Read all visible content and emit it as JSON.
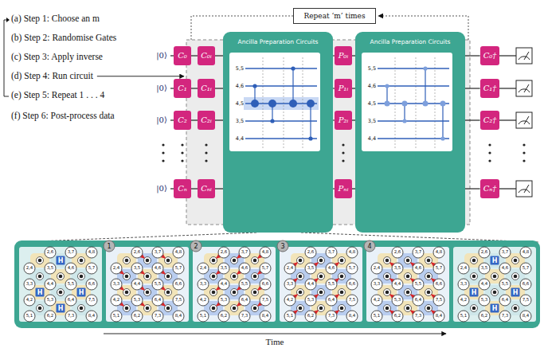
{
  "diagram": {
    "nodes": [
      {
        "text": [
          "Repeat ‘m’ times"
        ]
      },
      {
        "text": [
          "C₀"
        ]
      },
      {
        "text": [
          "C₁"
        ]
      },
      {
        "text": [
          "C₂"
        ]
      },
      {
        "text": [
          "Cₙ"
        ]
      },
      {
        "text": [
          "C₀ᵢ"
        ]
      },
      {
        "text": [
          "C₁ᵢ"
        ]
      },
      {
        "text": [
          "C₂ᵢ"
        ]
      },
      {
        "text": [
          "Cₙᵢ"
        ]
      },
      {
        "text": [
          "Ancilla Preparation Circuits"
        ]
      },
      {
        "text": [
          "P₀ᵢ"
        ]
      },
      {
        "text": [
          "P₁ᵢ"
        ]
      },
      {
        "text": [
          "P₂ᵢ"
        ]
      },
      {
        "text": [
          "Pₙᵢ"
        ]
      },
      {
        "text": [
          "Ancilla Preparation Circuits"
        ]
      },
      {
        "text": [
          "C₀†"
        ]
      },
      {
        "text": [
          "C₁†"
        ]
      },
      {
        "text": [
          "C₂†"
        ]
      },
      {
        "text": [
          "Cₙ†"
        ]
      }
    ],
    "edges": [
      {
        "from": 1,
        "to": 5,
        "arrow": "none"
      },
      {
        "from": 5,
        "to": 9,
        "arrow": "none"
      },
      {
        "from": 9,
        "to": 10,
        "arrow": "none"
      },
      {
        "from": 10,
        "to": 14,
        "arrow": "none"
      },
      {
        "from": 14,
        "to": 15,
        "arrow": "none"
      },
      {
        "from": 2,
        "to": 6,
        "arrow": "none"
      },
      {
        "from": 6,
        "to": 9,
        "arrow": "none"
      },
      {
        "from": 9,
        "to": 11,
        "arrow": "none"
      },
      {
        "from": 11,
        "to": 14,
        "arrow": "none"
      },
      {
        "from": 14,
        "to": 16,
        "arrow": "none"
      },
      {
        "from": 3,
        "to": 7,
        "arrow": "none"
      },
      {
        "from": 7,
        "to": 9,
        "arrow": "none"
      },
      {
        "from": 9,
        "to": 12,
        "arrow": "none"
      },
      {
        "from": 12,
        "to": 14,
        "arrow": "none"
      },
      {
        "from": 14,
        "to": 17,
        "arrow": "none"
      },
      {
        "from": 4,
        "to": 8,
        "arrow": "none"
      },
      {
        "from": 8,
        "to": 9,
        "arrow": "none"
      },
      {
        "from": 9,
        "to": 13,
        "arrow": "none"
      },
      {
        "from": 13,
        "to": 14,
        "arrow": "none"
      },
      {
        "from": 14,
        "to": 18,
        "arrow": "none"
      }
    ],
    "labels": [
      "(a) Step 1: Choose an m",
      "(b) Step 2: Randomise Gates",
      "(c) Step 3: Apply inverse",
      "(d) Step 4: Run circuit",
      "(e) Step 5: Repeat 1 . . . 4",
      "(f) Step 6: Post-process data",
      "|0⟩",
      "|0⟩",
      "|0⟩",
      "|0⟩",
      "5,5",
      "4,6",
      "4,5",
      "3,5",
      "4,4",
      "5,5",
      "4,6",
      "4,5",
      "3,5",
      "4,4",
      "2,6",
      "3,7",
      "4,8",
      "2,4",
      "3,5",
      "4,6",
      "5,7",
      "3,3",
      "4,4",
      "5,5",
      "6,6",
      "4,2",
      "5,3",
      "6,4",
      "7,5",
      "5,1",
      "6,2",
      "7,3",
      "8,4",
      "H",
      "H",
      "H",
      "H",
      "2,6",
      "3,7",
      "4,8",
      "2,4",
      "3,5",
      "4,6",
      "5,7",
      "3,3",
      "4,4",
      "5,5",
      "6,6",
      "4,2",
      "5,3",
      "6,4",
      "7,5",
      "5,1",
      "6,2",
      "7,3",
      "8,4",
      "1",
      "2,6",
      "3,7",
      "4,8",
      "2,4",
      "3,5",
      "4,6",
      "5,7",
      "3,3",
      "4,4",
      "5,5",
      "6,6",
      "4,2",
      "5,3",
      "6,4",
      "7,5",
      "5,1",
      "6,2",
      "7,3",
      "8,4",
      "2",
      "2,6",
      "3,7",
      "4,8",
      "2,4",
      "3,5",
      "4,6",
      "5,7",
      "3,3",
      "4,4",
      "5,5",
      "6,6",
      "4,2",
      "5,3",
      "6,4",
      "7,5",
      "5,1",
      "6,2",
      "7,3",
      "8,4",
      "3",
      "2,6",
      "3,7",
      "4,8",
      "2,4",
      "3,5",
      "4,6",
      "5,7",
      "3,3",
      "4,4",
      "5,5",
      "6,6",
      "4,2",
      "5,3",
      "6,4",
      "7,5",
      "5,1",
      "6,2",
      "7,3",
      "8,4",
      "4",
      "2,6",
      "3,7",
      "4,8",
      "2,4",
      "3,5",
      "4,6",
      "5,7",
      "3,3",
      "4,4",
      "5,5",
      "6,6",
      "4,2",
      "5,3",
      "6,4",
      "7,5",
      "5,1",
      "6,2",
      "7,3",
      "8,4",
      "H",
      "H",
      "H",
      "H",
      "Time"
    ]
  }
}
